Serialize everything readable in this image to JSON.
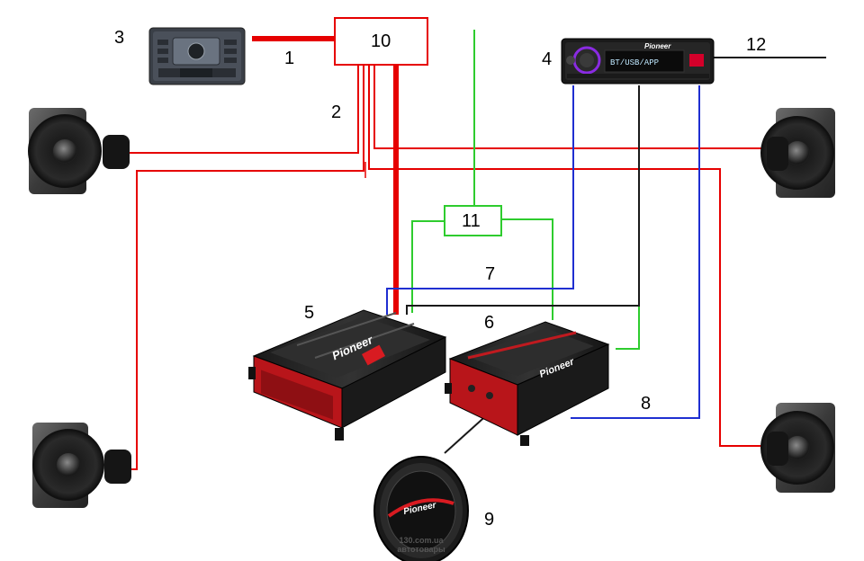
{
  "labels": {
    "n1": "1",
    "n2": "2",
    "n3": "3",
    "n4": "4",
    "n5": "5",
    "n6": "6",
    "n7": "7",
    "n8": "8",
    "n9": "9",
    "n10": "10",
    "n11": "11",
    "n12": "12"
  },
  "brand": {
    "head_unit": "Pioneer",
    "amp_large": "Pioneer",
    "amp_small": "Pioneer",
    "subwoofer": "Pioneer",
    "display_text": "BT/USB/APP"
  },
  "watermark": {
    "line1": "130.com.ua",
    "line2": "автотовары"
  },
  "colors": {
    "power": "#e60000",
    "remote": "#1f2fd1",
    "ground": "#1a1a1a",
    "signal": "#2ecc2e",
    "box10": "#e60000",
    "box11": "#2ecc2e"
  }
}
